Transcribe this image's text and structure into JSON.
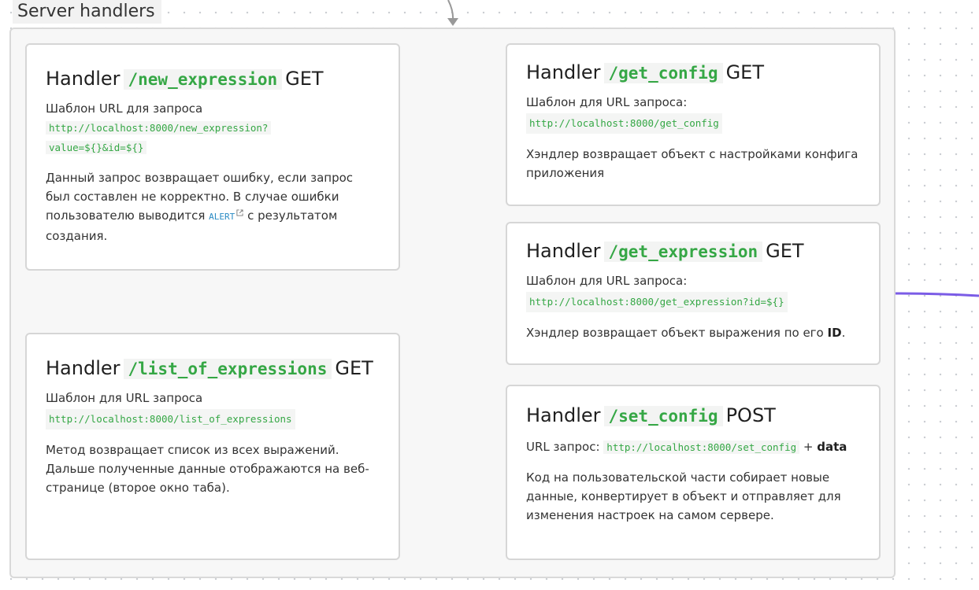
{
  "group": {
    "title": "Server handlers"
  },
  "cards": {
    "new_expression": {
      "prefix": "Handler",
      "route": "/new_expression",
      "method": "GET",
      "template_label": "Шаблон URL для запроса",
      "url_line1": "http://localhost:8000/new_expression?",
      "url_line2": "value=${}&id=${}",
      "desc_part1": "Данный запрос возвращает ошибку, если запрос был составлен не корректно. В случае ошибки пользователю выводится",
      "alert_link": "ALERT",
      "desc_part2": "с результатом создания."
    },
    "list_of_expressions": {
      "prefix": "Handler",
      "route": "/list_of_expressions",
      "method": "GET",
      "template_label": "Шаблон для URL запроса",
      "url": "http://localhost:8000/list_of_expressions",
      "description": "Метод возвращает список из всех выражений. Дальше полученные данные отображаются на веб-странице (второе окно таба)."
    },
    "get_config": {
      "prefix": "Handler",
      "route": "/get_config",
      "method": "GET",
      "template_label": "Шаблон для URL запроса:",
      "url": "http://localhost:8000/get_config",
      "description": "Хэндлер возвращает объект с настройками конфига приложения"
    },
    "get_expression": {
      "prefix": "Handler",
      "route": "/get_expression",
      "method": "GET",
      "template_label": "Шаблон для URL запроса:",
      "url": "http://localhost:8000/get_expression?id=${}",
      "desc_part1": "Хэндлер возвращает объект выражения по его",
      "desc_bold": "ID",
      "desc_part2": "."
    },
    "set_config": {
      "prefix": "Handler",
      "route": "/set_config",
      "method": "POST",
      "url_label": "URL запрос:",
      "url": "http://localhost:8000/set_config",
      "plus": "+",
      "data_label": "data",
      "description": "Код на пользовательской части собирает новые данные, конвертирует в объект и отправляет для изменения настроек на самом сервере."
    }
  },
  "colors": {
    "route_text": "#35a745",
    "link": "#2a8bc4",
    "connector_gray": "#999999",
    "connector_purple": "#7b5ce6"
  }
}
